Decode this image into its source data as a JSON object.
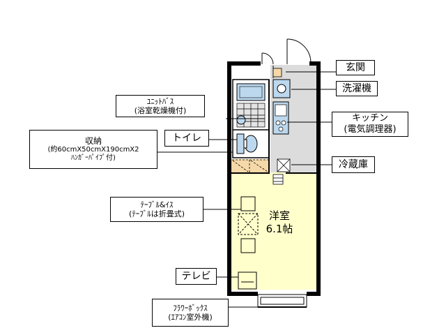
{
  "labels": {
    "entrance": "玄関",
    "washer": "洗濯機",
    "unit_bath_line1": "ﾕﾆｯﾄﾊﾞｽ",
    "unit_bath_line2": "(浴室乾燥機付)",
    "kitchen_line1": "キッチン",
    "kitchen_line2": "(電気調理器)",
    "storage_line1": "収納",
    "storage_line2": "(約60cmX50cmX190cmX2",
    "storage_line3": "ﾊﾝｶﾞｰﾊﾟｲﾌﾟ付)",
    "toilet": "トイレ",
    "fridge": "冷蔵庫",
    "table_line1": "ﾃｰﾌﾞﾙ&ｲｽ",
    "table_line2": "(ﾃｰﾌﾞﾙは折畳式)",
    "tv": "テレビ",
    "flowerbox_line1": "ﾌﾗﾜｰﾎﾞｯｸｽ",
    "flowerbox_line2": "(ｴｱｺﾝ室外機)"
  },
  "room": {
    "name": "洋室",
    "size": "6.1帖"
  },
  "colors": {
    "wall": "#000000",
    "living_floor": "#ffffcc",
    "wet_floor": "#dcdcdc",
    "storage_floor": "#f6d9a8",
    "fixture": "#bcd8ee",
    "leader": "#000000"
  }
}
